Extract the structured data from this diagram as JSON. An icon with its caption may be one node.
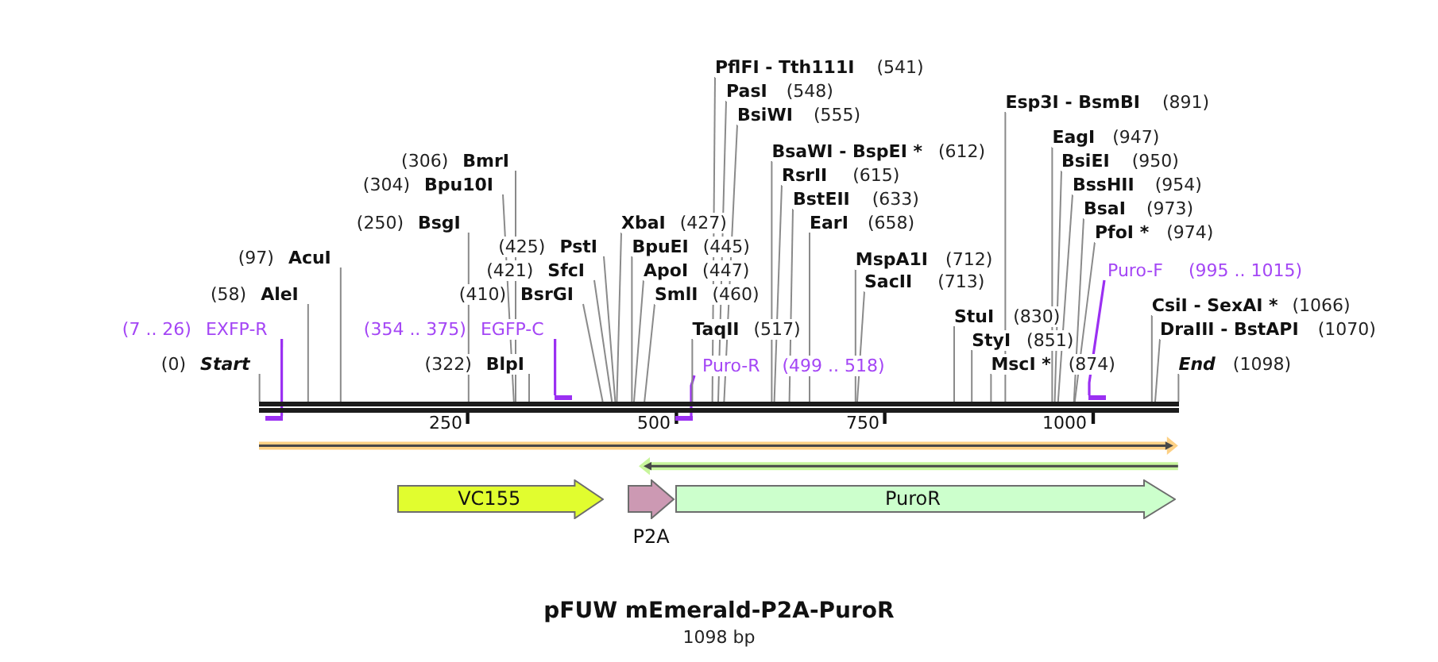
{
  "diagram": {
    "title": "pFUW mEmerald-P2A-PuroR",
    "caption": "1098 bp",
    "nodes": [
      {
        "text": [],
        "shape": "bar"
      },
      {
        "text": [
          "(0)",
          "Start"
        ]
      },
      {
        "text": [
          "(7 .. 26)",
          "EXFP-R"
        ]
      },
      {
        "text": [
          "(58)",
          "AleI"
        ]
      },
      {
        "text": [
          "(97)",
          "AcuI"
        ]
      },
      {
        "text": [
          "(250)",
          "BsgI"
        ]
      },
      {
        "text": [
          "(304)",
          "Bpu10I"
        ]
      },
      {
        "text": [
          "(306)",
          "BmrI"
        ]
      },
      {
        "text": [
          "(322)",
          "BlpI"
        ]
      },
      {
        "text": [
          "(354 .. 375)",
          "EGFP-C"
        ]
      },
      {
        "text": [
          "(410)",
          "BsrGI"
        ]
      },
      {
        "text": [
          "(421)",
          "SfcI"
        ]
      },
      {
        "text": [
          "(425)",
          "PstI"
        ]
      },
      {
        "text": [
          "XbaI",
          "(427)"
        ]
      },
      {
        "text": [
          "BpuEI",
          "(445)"
        ]
      },
      {
        "text": [
          "ApoI",
          "(447)"
        ]
      },
      {
        "text": [
          "SmlI",
          "(460)"
        ]
      },
      {
        "text": [
          "Puro-R",
          "(499 .. 518)"
        ]
      },
      {
        "text": [
          "TaqII",
          "(517)"
        ]
      },
      {
        "text": [
          "PflFI - Tth111I",
          "(541)"
        ]
      },
      {
        "text": [
          "PasI",
          "(548)"
        ]
      },
      {
        "text": [
          "BsiWI",
          "(555)"
        ]
      },
      {
        "text": [
          "BsaWI - BspEI *",
          "(612)"
        ]
      },
      {
        "text": [
          "RsrII",
          "(615)"
        ]
      },
      {
        "text": [
          "BstEII",
          "(633)"
        ]
      },
      {
        "text": [
          "EarI",
          "(658)"
        ]
      },
      {
        "text": [
          "MspA1I",
          "(712)"
        ]
      },
      {
        "text": [
          "SacII",
          "(713)"
        ]
      },
      {
        "text": [
          "StuI",
          "(830)"
        ]
      },
      {
        "text": [
          "StyI",
          "(851)"
        ]
      },
      {
        "text": [
          "MscI *",
          "(874)"
        ]
      },
      {
        "text": [
          "Esp3I - BsmBI",
          "(891)"
        ]
      },
      {
        "text": [
          "EagI",
          "(947)"
        ]
      },
      {
        "text": [
          "BsiEI",
          "(950)"
        ]
      },
      {
        "text": [
          "BssHII",
          "(954)"
        ]
      },
      {
        "text": [
          "BsaI",
          "(973)"
        ]
      },
      {
        "text": [
          "PfoI *",
          "(974)"
        ]
      },
      {
        "text": [
          "Puro-F",
          "(995 .. 1015)"
        ]
      },
      {
        "text": [
          "CsiI - SexAI *",
          "(1066)"
        ]
      },
      {
        "text": [
          "DraIII - BstAPI",
          "(1070)"
        ]
      },
      {
        "text": [
          "End",
          "(1098)"
        ]
      },
      {
        "text": [],
        "shape": "bar"
      },
      {
        "text": [],
        "shape": "bar"
      },
      {
        "text": [],
        "shape": "bar"
      },
      {
        "text": [],
        "shape": "bar"
      },
      {
        "text": [],
        "shape": "arrow"
      },
      {
        "text": [],
        "shape": "arrow"
      },
      {
        "text": [
          "VC155"
        ]
      },
      {
        "text": [
          "P2A"
        ]
      },
      {
        "text": [
          "PuroR"
        ]
      }
    ],
    "edges": [
      {
        "from": 1,
        "to": 0,
        "arrow": "none"
      },
      {
        "from": 2,
        "to": 41,
        "arrow": "none",
        "color": "#9b30f2"
      },
      {
        "from": 3,
        "to": 0,
        "arrow": "none"
      },
      {
        "from": 4,
        "to": 0,
        "arrow": "none"
      },
      {
        "from": 5,
        "to": 0,
        "arrow": "none"
      },
      {
        "from": 6,
        "to": 0,
        "arrow": "none"
      },
      {
        "from": 7,
        "to": 0,
        "arrow": "none"
      },
      {
        "from": 8,
        "to": 0,
        "arrow": "none"
      },
      {
        "from": 9,
        "to": 42,
        "arrow": "none",
        "color": "#9b30f2"
      },
      {
        "from": 10,
        "to": 0,
        "arrow": "none"
      },
      {
        "from": 11,
        "to": 0,
        "arrow": "none"
      },
      {
        "from": 12,
        "to": 0,
        "arrow": "none"
      },
      {
        "from": 13,
        "to": 0,
        "arrow": "none"
      },
      {
        "from": 14,
        "to": 0,
        "arrow": "none"
      },
      {
        "from": 15,
        "to": 0,
        "arrow": "none"
      },
      {
        "from": 16,
        "to": 0,
        "arrow": "none"
      },
      {
        "from": 17,
        "to": 43,
        "arrow": "none",
        "color": "#9b30f2"
      },
      {
        "from": 18,
        "to": 0,
        "arrow": "none"
      },
      {
        "from": 19,
        "to": 0,
        "arrow": "none"
      },
      {
        "from": 20,
        "to": 0,
        "arrow": "none"
      },
      {
        "from": 21,
        "to": 0,
        "arrow": "none"
      },
      {
        "from": 22,
        "to": 0,
        "arrow": "none"
      },
      {
        "from": 23,
        "to": 0,
        "arrow": "none"
      },
      {
        "from": 24,
        "to": 0,
        "arrow": "none"
      },
      {
        "from": 25,
        "to": 0,
        "arrow": "none"
      },
      {
        "from": 26,
        "to": 0,
        "arrow": "none"
      },
      {
        "from": 27,
        "to": 0,
        "arrow": "none"
      },
      {
        "from": 28,
        "to": 0,
        "arrow": "none"
      },
      {
        "from": 29,
        "to": 0,
        "arrow": "none"
      },
      {
        "from": 30,
        "to": 0,
        "arrow": "none"
      },
      {
        "from": 31,
        "to": 0,
        "arrow": "none"
      },
      {
        "from": 32,
        "to": 0,
        "arrow": "none"
      },
      {
        "from": 33,
        "to": 0,
        "arrow": "none"
      },
      {
        "from": 34,
        "to": 0,
        "arrow": "none"
      },
      {
        "from": 35,
        "to": 0,
        "arrow": "none"
      },
      {
        "from": 36,
        "to": 0,
        "arrow": "none"
      },
      {
        "from": 37,
        "to": 44,
        "arrow": "none",
        "color": "#9b30f2"
      },
      {
        "from": 38,
        "to": 0,
        "arrow": "none"
      },
      {
        "from": 39,
        "to": 0,
        "arrow": "none"
      },
      {
        "from": 40,
        "to": 0,
        "arrow": "none"
      }
    ],
    "labels": [
      "250",
      "500",
      "750",
      "1000"
    ]
  }
}
